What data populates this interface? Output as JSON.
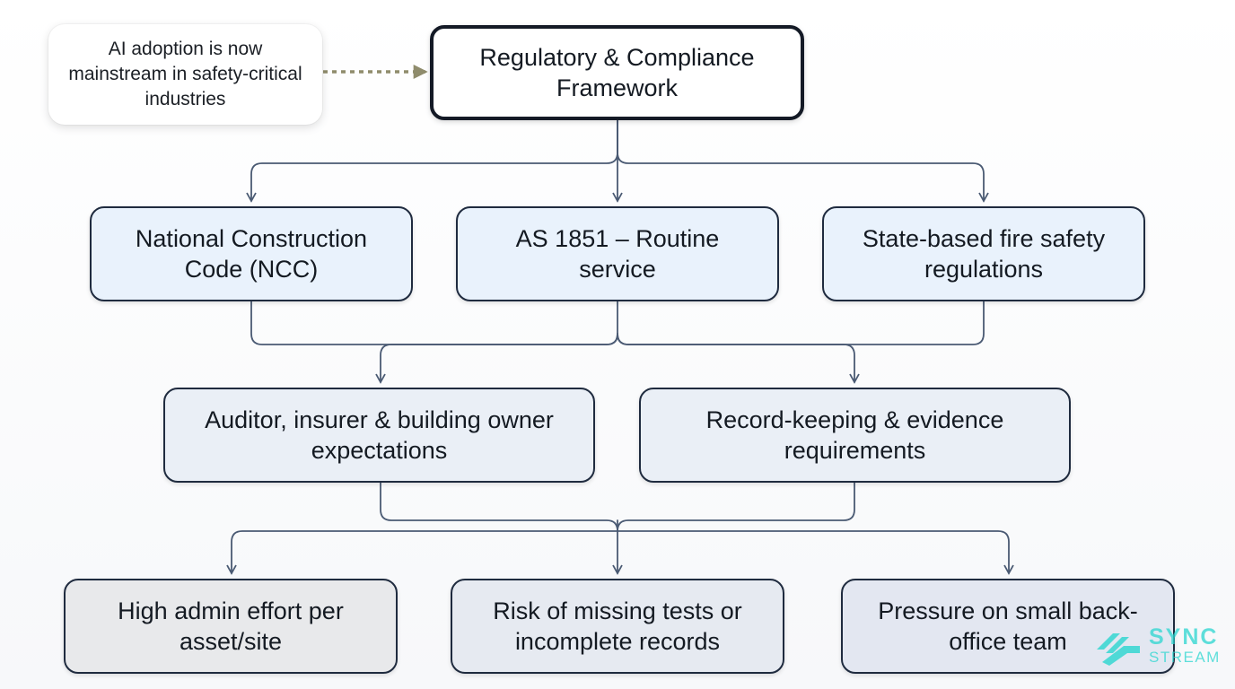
{
  "note": {
    "text": "AI adoption is now mainstream in safety-critical industries"
  },
  "root": {
    "text": "Regulatory & Compliance Framework"
  },
  "level1": [
    {
      "text": "National Construction Code (NCC)"
    },
    {
      "text": "AS 1851 – Routine service"
    },
    {
      "text": "State-based fire safety regulations"
    }
  ],
  "level2": [
    {
      "text": "Auditor, insurer & building owner expectations"
    },
    {
      "text": "Record-keeping & evidence requirements"
    }
  ],
  "level3": [
    {
      "text": "High admin effort per asset/site"
    },
    {
      "text": "Risk of missing tests or incomplete records"
    },
    {
      "text": "Pressure on small back-office team"
    }
  ],
  "logo": {
    "line1": "SYNC",
    "line2": "STREAM"
  },
  "colors": {
    "connector": "#4a5a73",
    "dotted_arrow": "#8f8c6c",
    "logo": "#2bd6d0"
  }
}
